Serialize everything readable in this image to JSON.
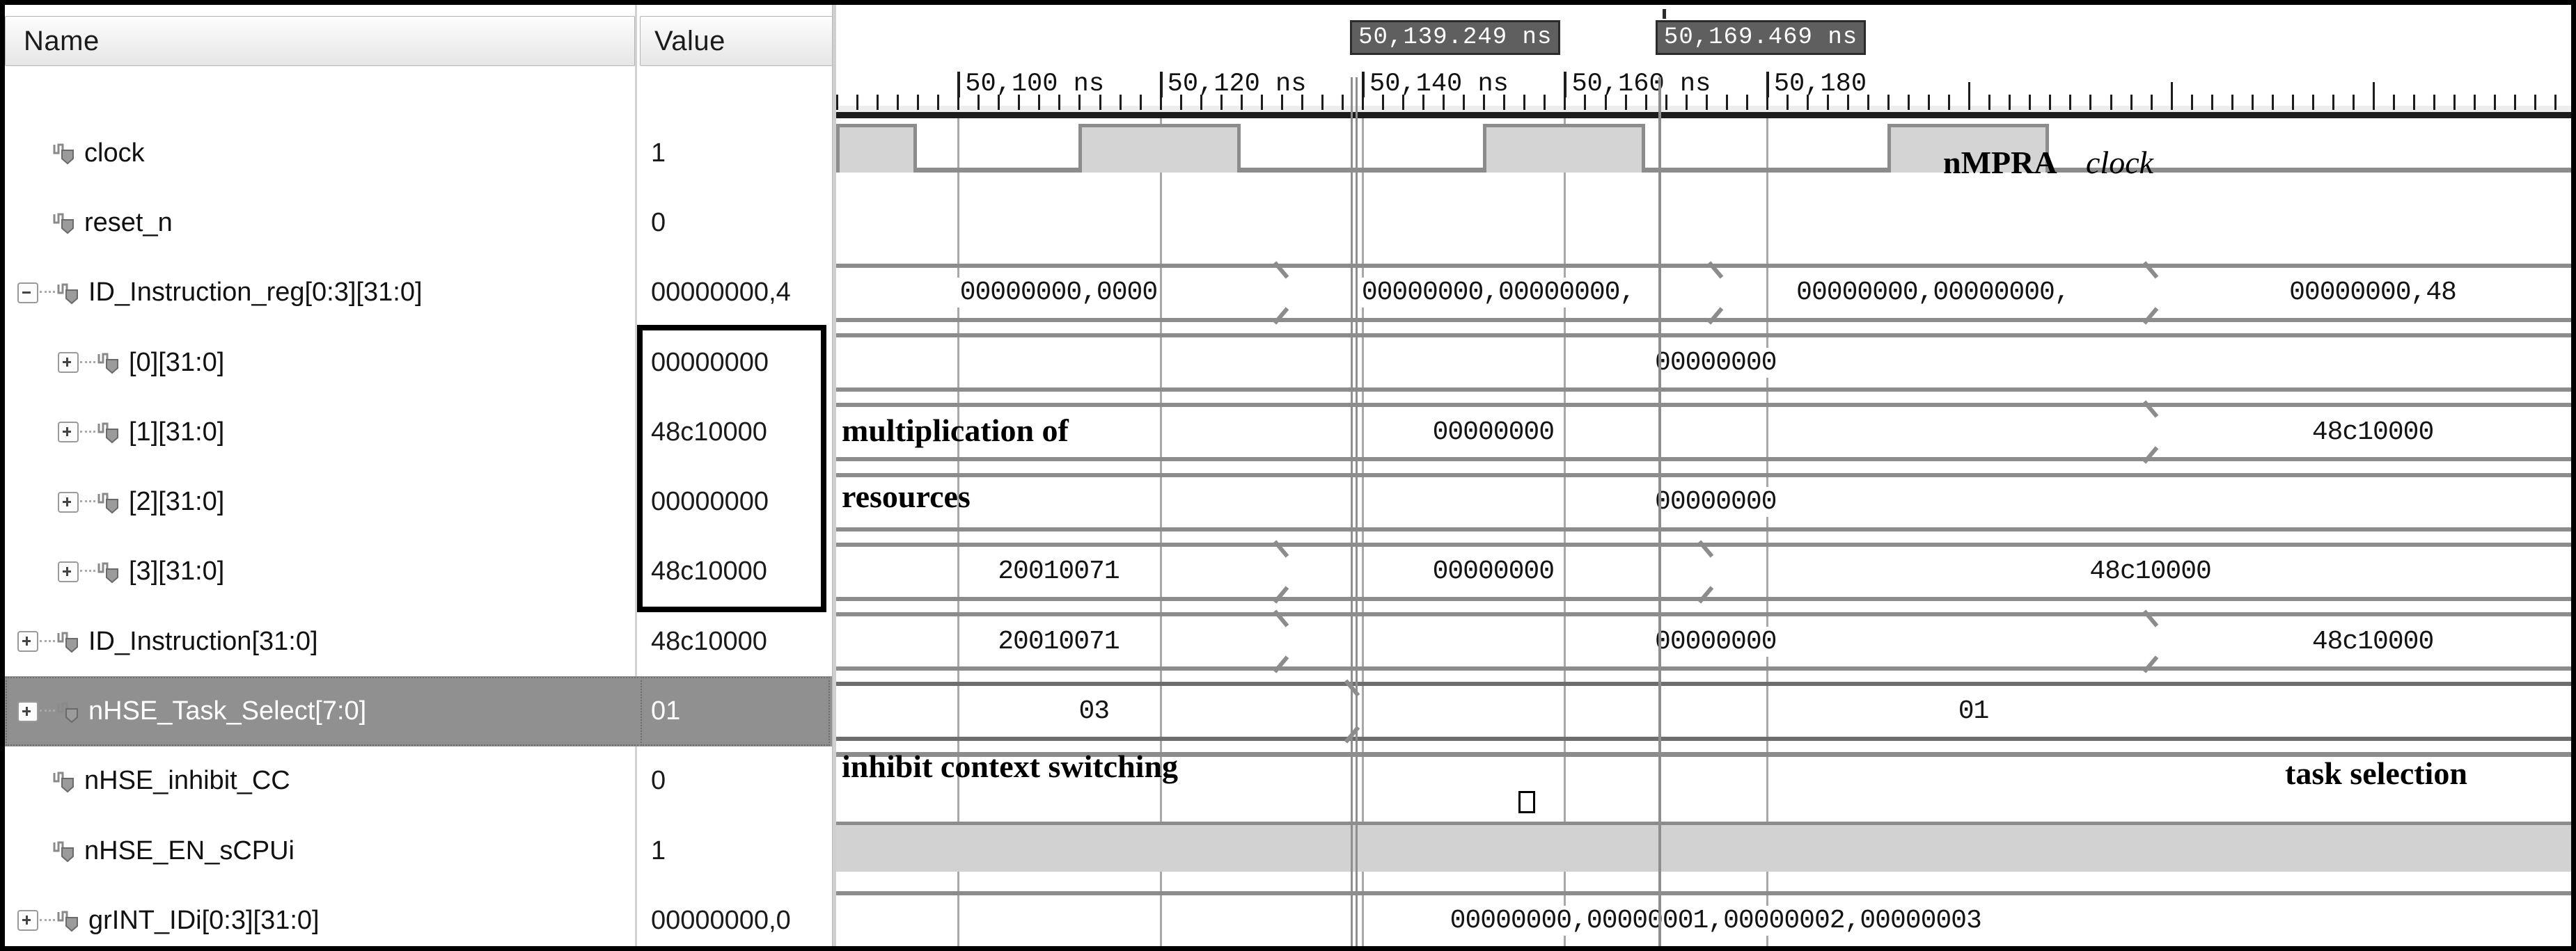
{
  "panel": {
    "name_header": "Name",
    "value_header": "Value"
  },
  "signals": [
    {
      "name": "clock",
      "value": "1",
      "icon": "wave-bit-icon",
      "expander": "none",
      "indent": 0,
      "selected": false
    },
    {
      "name": "reset_n",
      "value": "0",
      "icon": "wave-bit-icon",
      "expander": "none",
      "indent": 0,
      "selected": false
    },
    {
      "name": "ID_Instruction_reg[0:3][31:0]",
      "value": "00000000,4",
      "icon": "wave-bus-icon",
      "expander": "minus",
      "indent": 0,
      "selected": false
    },
    {
      "name": "[0][31:0]",
      "value": "00000000",
      "icon": "wave-bus-icon",
      "expander": "plus",
      "indent": 1,
      "selected": false
    },
    {
      "name": "[1][31:0]",
      "value": "48c10000",
      "icon": "wave-bus-icon",
      "expander": "plus",
      "indent": 1,
      "selected": false
    },
    {
      "name": "[2][31:0]",
      "value": "00000000",
      "icon": "wave-bus-icon",
      "expander": "plus",
      "indent": 1,
      "selected": false
    },
    {
      "name": "[3][31:0]",
      "value": "48c10000",
      "icon": "wave-bus-icon",
      "expander": "plus",
      "indent": 1,
      "selected": false
    },
    {
      "name": "ID_Instruction[31:0]",
      "value": "48c10000",
      "icon": "wave-bus-icon",
      "expander": "plus",
      "indent": 0,
      "selected": false
    },
    {
      "name": "nHSE_Task_Select[7:0]",
      "value": "01",
      "icon": "wave-bus-icon",
      "expander": "plus",
      "indent": 0,
      "selected": true
    },
    {
      "name": "nHSE_inhibit_CC",
      "value": "0",
      "icon": "wave-bit-icon",
      "expander": "none",
      "indent": 0,
      "selected": false
    },
    {
      "name": "nHSE_EN_sCPUi",
      "value": "1",
      "icon": "wave-bit-icon",
      "expander": "none",
      "indent": 0,
      "selected": false
    },
    {
      "name": "grINT_IDi[0:3][31:0]",
      "value": "00000000,0",
      "icon": "wave-bus-icon",
      "expander": "plus",
      "indent": 0,
      "selected": false
    }
  ],
  "timeline": {
    "unit": "ns",
    "labels": [
      "50,100 ns",
      "50,120 ns",
      "50,140 ns",
      "50,160 ns",
      "50,180"
    ],
    "tick_interval_ns": 2,
    "major_interval_ns": 20
  },
  "cursors": [
    {
      "label": "50,139.249 ns",
      "time_ns": 50139.249
    },
    {
      "label": "50,169.469 ns",
      "time_ns": 50169.469
    }
  ],
  "annotations": [
    {
      "text": "nMPRA",
      "style": "bold"
    },
    {
      "text": "clock",
      "style": "italic"
    },
    {
      "text": "multiplication of",
      "style": "bold"
    },
    {
      "text": "resources",
      "style": "bold"
    },
    {
      "text": "task selection",
      "style": "bold"
    },
    {
      "text": "inhibit context switching",
      "style": "bold"
    }
  ],
  "waveforms": {
    "id_instruction_reg": [
      "00000000,0000",
      "00000000,00000000,",
      "00000000,00000000,",
      "00000000,48"
    ],
    "reg0": [
      "00000000"
    ],
    "reg1_left": [
      "00000000"
    ],
    "reg1_right": [
      "48c10000"
    ],
    "reg2": [
      "00000000"
    ],
    "reg3": [
      "20010071",
      "00000000",
      "48c10000"
    ],
    "id_instruction": [
      "20010071",
      "00000000",
      "48c10000"
    ],
    "task_select": [
      "03",
      "01"
    ],
    "grint_idi": [
      "00000000,00000001,00000002,00000003"
    ]
  }
}
